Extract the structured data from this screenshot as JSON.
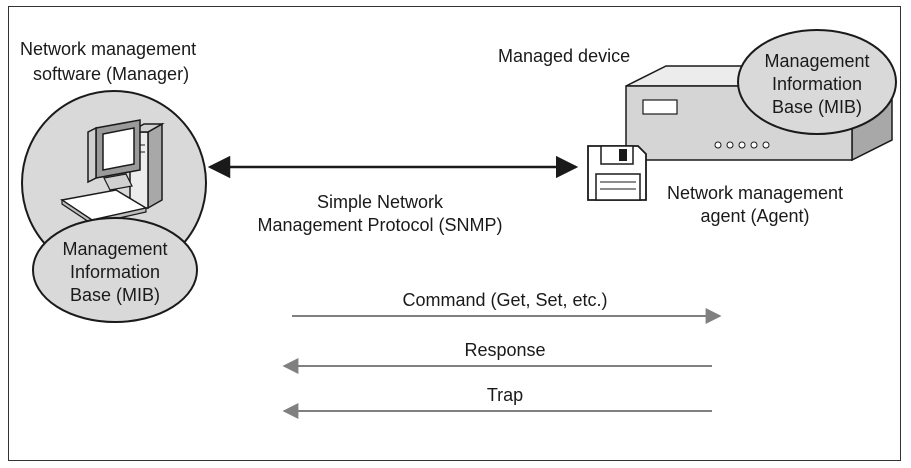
{
  "manager": {
    "title_line1": "Network management",
    "title_line2": "software (Manager)",
    "mib_line1": "Management",
    "mib_line2": "Information",
    "mib_line3": "Base (MIB)"
  },
  "device": {
    "title": "Managed device",
    "mib_line1": "Management",
    "mib_line2": "Information",
    "mib_line3": "Base (MIB)"
  },
  "agent": {
    "line1": "Network management",
    "line2": "agent (Agent)"
  },
  "protocol": {
    "line1": "Simple Network",
    "line2": "Management Protocol (SNMP)"
  },
  "messages": {
    "command": "Command (Get, Set, etc.)",
    "response": "Response",
    "trap": "Trap"
  },
  "colors": {
    "ellipse_fill": "#d9d9d9",
    "arrow_gray": "#808080",
    "outline": "#1a1a1a"
  }
}
